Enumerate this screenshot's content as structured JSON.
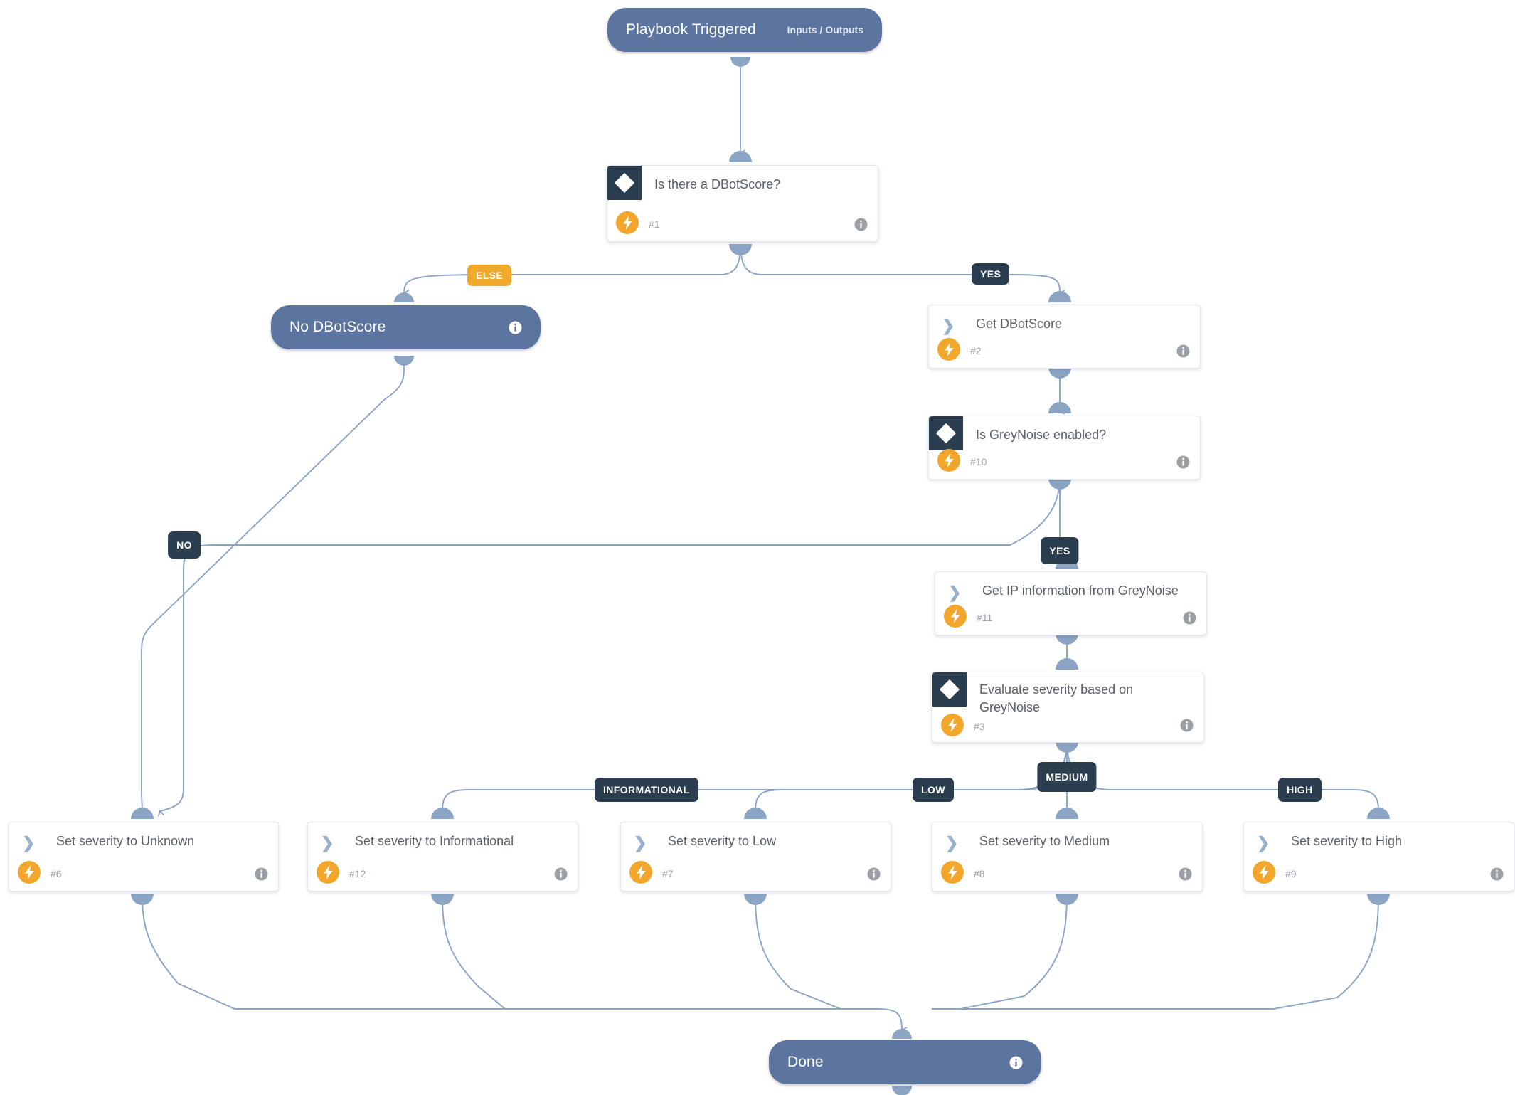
{
  "colors": {
    "pill_bg": "#5b74a0",
    "card_bg": "#ffffff",
    "condition_badge_bg": "#2b3e50",
    "bolt_bg": "#f2a62c",
    "edge": "#8ba4c4",
    "connector": "#8ba4c4",
    "label_dark": "#2b3e50",
    "label_amber": "#f0a92b",
    "text_card": "#5a6068",
    "text_tasknum": "#9aa0a6"
  },
  "nodes": {
    "playbook_triggered": {
      "title": "Playbook Triggered",
      "sub": "Inputs / Outputs"
    },
    "no_dbotscore": {
      "title": "No DBotScore"
    },
    "done": {
      "title": "Done"
    },
    "is_there_a_dbotscore": {
      "title": "Is there a DBotScore?",
      "number": "#1",
      "kind": "condition"
    },
    "get_dbotscore": {
      "title": "Get DBotScore",
      "number": "#2",
      "kind": "task"
    },
    "is_greynoise_enabled": {
      "title": "Is GreyNoise enabled?",
      "number": "#10",
      "kind": "condition"
    },
    "get_ip_information": {
      "title": "Get IP information from GreyNoise",
      "number": "#11",
      "kind": "task"
    },
    "evaluate_severity": {
      "title": "Evaluate severity based on GreyNoise",
      "number": "#3",
      "kind": "condition"
    },
    "set_unknown": {
      "title": "Set severity to Unknown",
      "number": "#6",
      "kind": "task"
    },
    "set_informational": {
      "title": "Set severity to Informational",
      "number": "#12",
      "kind": "task"
    },
    "set_low": {
      "title": "Set severity to Low",
      "number": "#7",
      "kind": "task"
    },
    "set_medium": {
      "title": "Set severity to Medium",
      "number": "#8",
      "kind": "task"
    },
    "set_high": {
      "title": "Set severity to High",
      "number": "#9",
      "kind": "task"
    }
  },
  "branch_labels": {
    "else": "ELSE",
    "yes_dbotscore": "YES",
    "no_greynoise": "NO",
    "yes_greynoise": "YES",
    "informational": "INFORMATIONAL",
    "low": "LOW",
    "medium": "MEDIUM",
    "high": "HIGH"
  },
  "icons": {
    "condition": "diamond-icon",
    "task": "chevron-right-icon",
    "automation": "lightning-bolt-icon",
    "info": "info-icon"
  }
}
